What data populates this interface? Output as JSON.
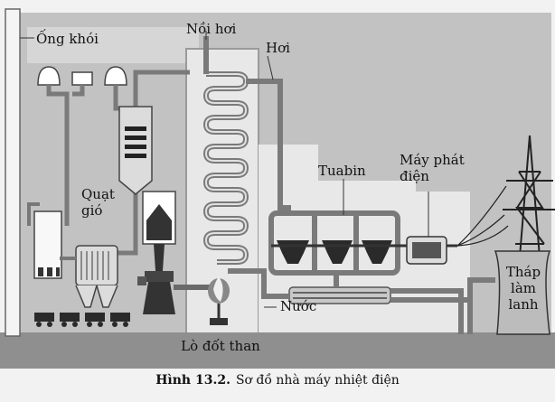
{
  "labels": {
    "chimney": "Ống khói",
    "boiler": "Nồi hơi",
    "steam": "Hơi",
    "fan": "Quạt\ngió",
    "turbine": "Tuabin",
    "generator": "Máy phát\nđiện",
    "cooling_tower": "Tháp\nlàm\nlanh",
    "water": "Nước",
    "furnace": "Lò đốt than"
  },
  "caption": {
    "number": "Hình 13.2.",
    "text": "Sơ đồ nhà máy nhiệt điện"
  },
  "colors": {
    "background": "#f2f2f2",
    "building": "#bdbdbd",
    "wall_light": "#e6e6e6",
    "ground": "#8a8a8a",
    "pipe": "#9a9a9a",
    "pipe_edge": "#555555",
    "dark": "#2a2a2a"
  }
}
